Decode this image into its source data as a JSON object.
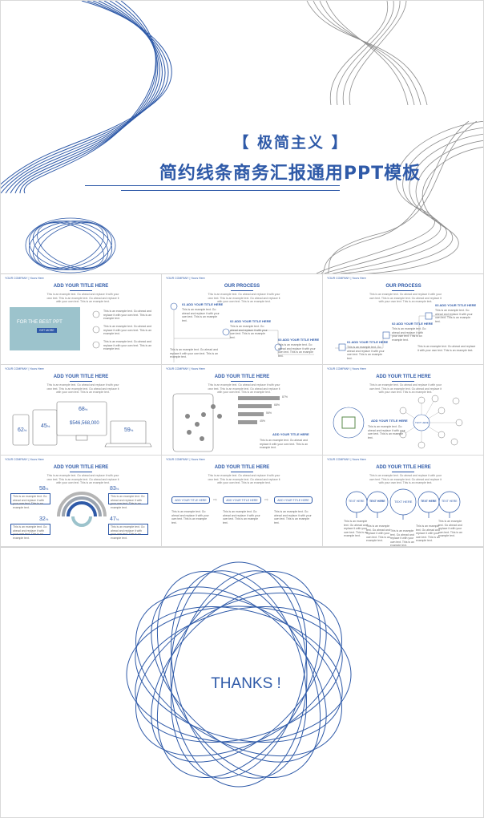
{
  "cover": {
    "bracket_title": "【 极简主义 】",
    "title": "简约线条商务汇报通用PPT模板"
  },
  "slides": {
    "header_left": "YOUR COMPANY",
    "header_right": "Yours Here",
    "title_generic": "ADD YOUR TITLE HERE",
    "title_process": "OUR PROCESS",
    "subtitle": "This is an example text. Go ahead and replace it with your own text. This is an example text. Go ahead and replace it with your own text. This is an example text.",
    "body_text": "This is an example text. Go ahead and replace it with your own text. This is an example text.",
    "s1": {
      "panel_text": "FOR THE BEST PPT",
      "panel_button": "GET MORE"
    },
    "s2": {
      "steps": [
        {
          "num": "01",
          "label": "ADD YOUR TITLE HERE"
        },
        {
          "num": "02",
          "label": "ADD YOUR TITLE HERE"
        },
        {
          "num": "03",
          "label": "ADD YOUR TITLE HERE"
        }
      ]
    },
    "s3": {
      "steps": [
        {
          "num": "01",
          "label": "ADD YOUR TITLE HERE"
        },
        {
          "num": "02",
          "label": "ADD YOUR TITLE HERE"
        },
        {
          "num": "03",
          "label": "ADD YOUR TITLE HERE"
        }
      ]
    },
    "s4": {
      "phone_pct": "62",
      "tablet_pct": "45",
      "monitor_pct": "68",
      "money": "$546,568,000",
      "laptop_pct": "59",
      "pct_sign": "%"
    },
    "s5": {
      "bars": [
        "87%",
        "68%",
        "56%",
        "45%"
      ],
      "label": "ADD YOUR TITLE HERE"
    },
    "s6": {
      "label": "ADD YOUR TITLE HERE",
      "hub": "TEXT HERE"
    },
    "s7": {
      "percentages": [
        "58",
        "83",
        "32",
        "47"
      ],
      "pct_sign": "%"
    },
    "s8": {
      "pills": [
        "ADD YOUR TITLE HERE",
        "ADD YOUR TITLE HERE",
        "ADD YOUR TITLE HERE"
      ]
    },
    "s9": {
      "circles": [
        "TEXT HERE",
        "TEXT HERE",
        "TEXT HERE",
        "TEXT HERE",
        "TEXT HERE"
      ]
    }
  },
  "closing": {
    "thanks": "THANKS !"
  }
}
